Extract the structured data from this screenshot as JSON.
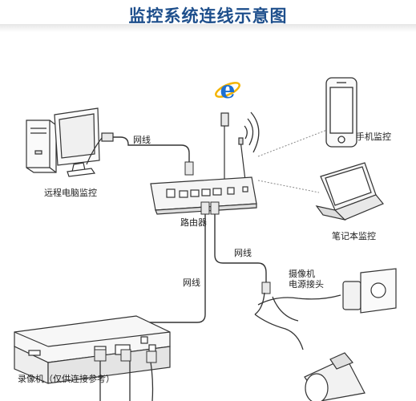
{
  "title": "监控系统连线示意图",
  "labels": {
    "wire_top": "网线",
    "wire_mid": "网线",
    "wire_left": "网线",
    "remote_pc": "远程电脑监控",
    "router": "路由器",
    "phone": "手机监控",
    "laptop": "笔记本监控",
    "camera_power_1": "摄像机",
    "camera_power_2": "电源接头",
    "recorder": "录像机（仅供连接参考）"
  },
  "colors": {
    "title": "#1e4f8c",
    "ie_blue": "#1d6fd1",
    "ie_ring": "#f4b400"
  },
  "icons": {
    "browser": "ie-browser-icon",
    "wifi": "wifi-signal-icon"
  }
}
